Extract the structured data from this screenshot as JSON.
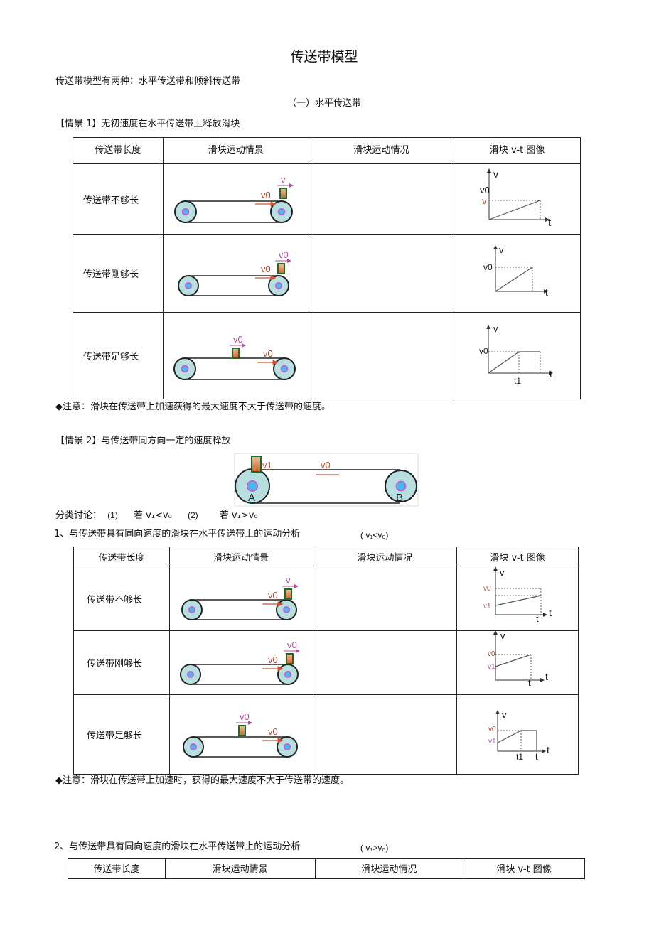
{
  "title": "传送带模型",
  "intro": {
    "prefix": "传送带模型有两种：水",
    "u1": "平传送",
    "mid": "带和倾斜",
    "u2": "传送",
    "suffix": "带"
  },
  "section1": "（一）水平传送带",
  "scene1": {
    "heading": "【情景 1】无初速度在水平传送带上释放滑块",
    "headers": [
      "传送带长度",
      "滑块运动情景",
      "滑块运动情况",
      "滑块  v-t   图像"
    ],
    "rows": [
      {
        "label": "传送带不够长",
        "block_label": "v",
        "belt_label": "v0",
        "graph": {
          "y": "v",
          "v0": "v0",
          "v": "v",
          "x": "t"
        }
      },
      {
        "label": "传送带刚够长",
        "block_label": "v0",
        "belt_label": "v0",
        "graph": {
          "y": "v",
          "v0": "v0",
          "x": "t"
        }
      },
      {
        "label": "传送带足够长",
        "block_label": "v0",
        "belt_label": "v0",
        "graph": {
          "y": "v",
          "v0": "v0",
          "x": "t",
          "t1": "t1"
        }
      }
    ],
    "note": "◆注意：滑块在传送带上加速获得的最大速度不大于传送带的速度。"
  },
  "scene2": {
    "heading": "【情景 2】与传送带同方向一定的速度释放",
    "figure": {
      "block_label": "v1",
      "belt_label": "v0",
      "wheel_a": "A",
      "wheel_b": "B"
    },
    "discussion": {
      "label": "分类讨论：",
      "c1": "(1)",
      "c1_text": "若  v₁<v₀",
      "c2": "(2)",
      "c2_text": "若  v₁>v₀"
    }
  },
  "part1": {
    "heading": "1、与传送带具有同向速度的滑块在水平传送带上的运动分析",
    "condition": "( v₁<v₀)",
    "headers": [
      "传送带长度",
      "滑块运动情景",
      "滑块运动情况",
      "滑块  v-t   图像"
    ],
    "rows": [
      {
        "label": "传送带不够长",
        "block_label": "v",
        "belt_label": "v0",
        "graph": {
          "y": "v",
          "v0": "v0",
          "v1": "v1",
          "tend": "t",
          "x": "t"
        }
      },
      {
        "label": "传送带刚够长",
        "block_label": "v0",
        "belt_label": "v0",
        "graph": {
          "y": "v",
          "v0": "v0",
          "v1": "v1",
          "tend": "t",
          "x": "t"
        }
      },
      {
        "label": "传送带足够长",
        "block_label": "v0",
        "belt_label": "v0",
        "graph": {
          "y": "v",
          "v0": "v0",
          "v1": "v1",
          "t1": "t1",
          "tend": "t",
          "x": "t"
        }
      }
    ],
    "note": "◆注意：滑块在传送带上加速时，获得的最大速度不大于传送带的速度。"
  },
  "part2": {
    "heading": "2、与传送带具有同向速度的滑块在水平传送带上的运动分析",
    "condition": "( v₁>v₀)",
    "headers": [
      "传送带长度",
      "滑块运动情景",
      "滑块运动情况",
      "滑块  v-t   图像"
    ]
  },
  "colors": {
    "wheel": "#b8dfe0",
    "hub_ring": "#d050d0",
    "hub": "#4ab8f0",
    "block_border": "#1d6b1d",
    "block_fill": "#d06030",
    "purple_label": "#b04fa0",
    "brown_label": "#a04a30",
    "arrow": "#d05030"
  }
}
